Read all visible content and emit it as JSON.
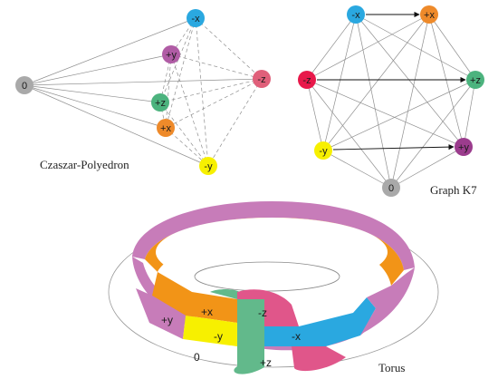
{
  "colors": {
    "x_neg": "#2aa8e0",
    "x_pos": "#ee8a2a",
    "y_pos": "#b05ca5",
    "y_neg": "#f7f000",
    "z_neg": "#e8184a",
    "z_pos": "#4cb37e",
    "zero": "#a9a9a9",
    "torus_orange": "#f29417",
    "torus_pink": "#e0568a",
    "torus_green": "#62b98b",
    "torus_violet": "#c77cb9"
  },
  "csaszar": {
    "caption": "Czaszar-Polyedron",
    "nodes": [
      {
        "id": "zero",
        "label": "0",
        "color": "#a9a9a9"
      },
      {
        "id": "xneg",
        "label": "-x",
        "color": "#2aa8e0"
      },
      {
        "id": "ypos",
        "label": "+y",
        "color": "#b05ca5"
      },
      {
        "id": "zneg",
        "label": "-z",
        "color": "#e0607a"
      },
      {
        "id": "zpos",
        "label": "+z",
        "color": "#4cb37e"
      },
      {
        "id": "xpos",
        "label": "+x",
        "color": "#ee8a2a"
      },
      {
        "id": "yneg",
        "label": "-y",
        "color": "#f7f000"
      }
    ]
  },
  "k7": {
    "caption": "Graph K7",
    "nodes": [
      {
        "id": "xneg",
        "label": "-x",
        "color": "#2aa8e0"
      },
      {
        "id": "xpos",
        "label": "+x",
        "color": "#ee8a2a"
      },
      {
        "id": "zneg",
        "label": "-z",
        "color": "#e8184a"
      },
      {
        "id": "zpos",
        "label": "+z",
        "color": "#4cb37e"
      },
      {
        "id": "yneg",
        "label": "-y",
        "color": "#f7f000"
      },
      {
        "id": "ypos",
        "label": "+y",
        "color": "#9b3c8d"
      },
      {
        "id": "zero",
        "label": "0",
        "color": "#a9a9a9"
      }
    ]
  },
  "torus": {
    "caption": "Torus",
    "labels": {
      "xpos": "+x",
      "zneg": "-z",
      "ypos": "+y",
      "yneg": "-y",
      "xneg": "-x",
      "zero": "0",
      "zpos": "+z"
    }
  }
}
